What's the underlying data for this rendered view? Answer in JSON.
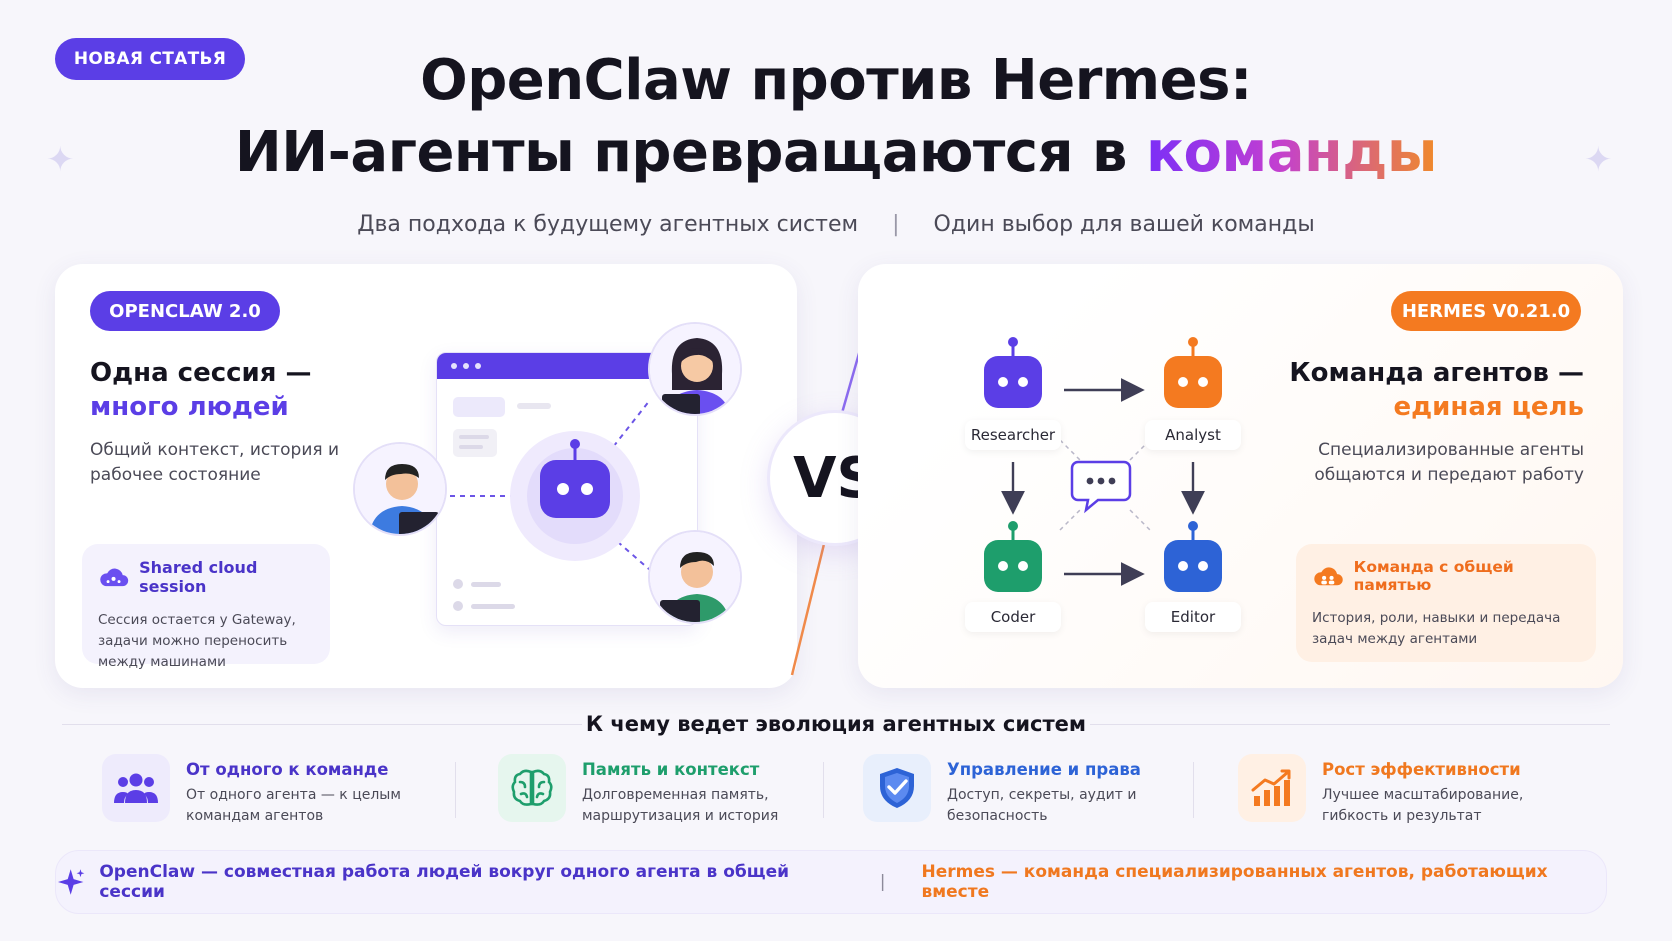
{
  "badge": "НОВАЯ СТАТЬЯ",
  "title": {
    "line1": "OpenClaw против Hermes:",
    "line2_prefix": "ИИ-агенты превращаются в ",
    "line2_accent": "команды"
  },
  "subtitle": {
    "left": "Два подхода к будущему агентных систем",
    "separator": "|",
    "right": "Один выбор для вашей команды"
  },
  "left_panel": {
    "tag": "OPENCLAW 2.0",
    "heading_line1": "Одна сессия —",
    "heading_line2": "много людей",
    "description": "Общий контекст, история и рабочее состояние",
    "cloud_title": "Shared cloud session",
    "cloud_text": "Сессия остается у Gateway, задачи можно переносить между машинами"
  },
  "vs_label": "VS",
  "right_panel": {
    "tag": "HERMES V0.21.0",
    "heading_line1": "Команда агентов —",
    "heading_line2": "единая цель",
    "description": "Специализированные агенты общаются и передают работу",
    "robots": {
      "researcher": "Researcher",
      "analyst": "Analyst",
      "coder": "Coder",
      "editor": "Editor"
    },
    "memory_title": "Команда с общей памятью",
    "memory_text": "История, роли, навыки и передача задач между агентами"
  },
  "evolution": {
    "title": "К чему ведет эволюция агентных систем",
    "items": [
      {
        "title": "От одного к команде",
        "text": "От одного агента — к целым командам агентов",
        "color": "#4a34c8",
        "icon": "people-icon"
      },
      {
        "title": "Память и контекст",
        "text": "Долговременная память, маршрутизация и история",
        "color": "#1e9e6c",
        "icon": "brain-icon"
      },
      {
        "title": "Управление и права",
        "text": "Доступ, секреты, аудит и безопасность",
        "color": "#2d63d6",
        "icon": "shield-icon"
      },
      {
        "title": "Рост эффективности",
        "text": "Лучшее масштабирование, гибкость и результат",
        "color": "#f0781f",
        "icon": "growth-chart-icon"
      }
    ]
  },
  "bottom_strip": {
    "left": "OpenClaw — совместная работа людей вокруг одного агента в общей сессии",
    "separator": "|",
    "right": "Hermes — команда специализированных агентов, работающих вместе"
  },
  "colors": {
    "purple": "#5b3ee6",
    "orange": "#f47a20",
    "green": "#1e9e6c",
    "blue": "#2d63d6"
  }
}
